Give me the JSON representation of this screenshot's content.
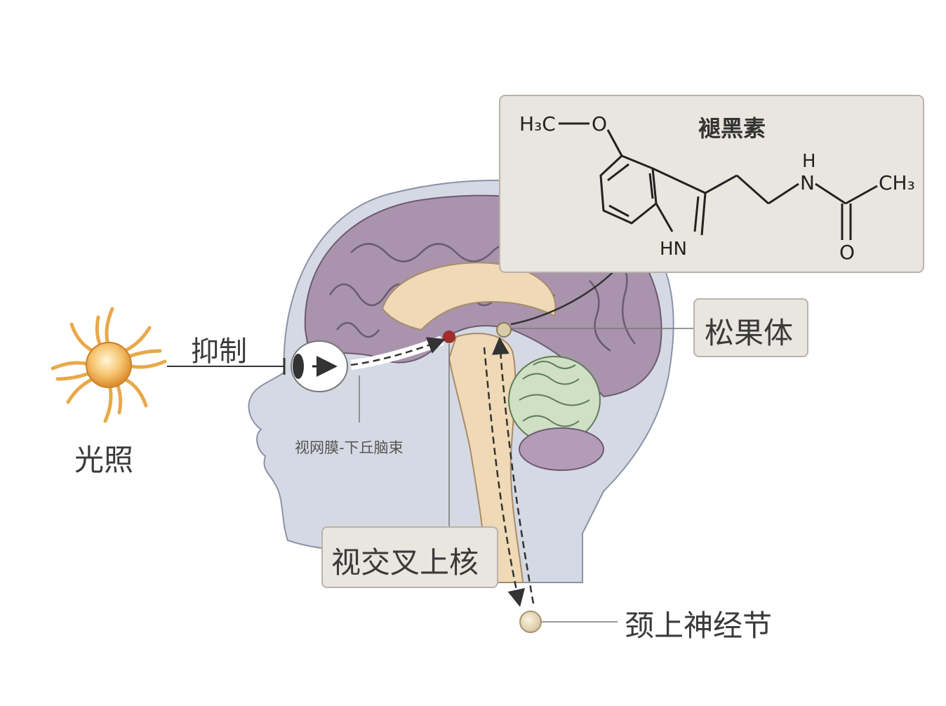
{
  "labels": {
    "light": "光照",
    "inhibit": "抑制",
    "retino_tract": "视网膜-下丘脑束",
    "scn": "视交叉上核",
    "pineal": "松果体",
    "ganglion": "颈上神经节",
    "melatonin": "褪黑素"
  },
  "molecule": {
    "methyl_left": "H₃C",
    "oxygen_ether": "O",
    "nh_ring": "HN",
    "h_amide": "H",
    "n_amide": "N",
    "methyl_right": "CH₃",
    "oxygen_carbonyl": "O"
  },
  "colors": {
    "cortex": "#a993ad",
    "head": "#d5d9e3",
    "brainstem": "#efd9b6",
    "cerebellum": "#cfe0c5",
    "sun": "#f4b95b",
    "box_bg": "#e9e5df"
  }
}
